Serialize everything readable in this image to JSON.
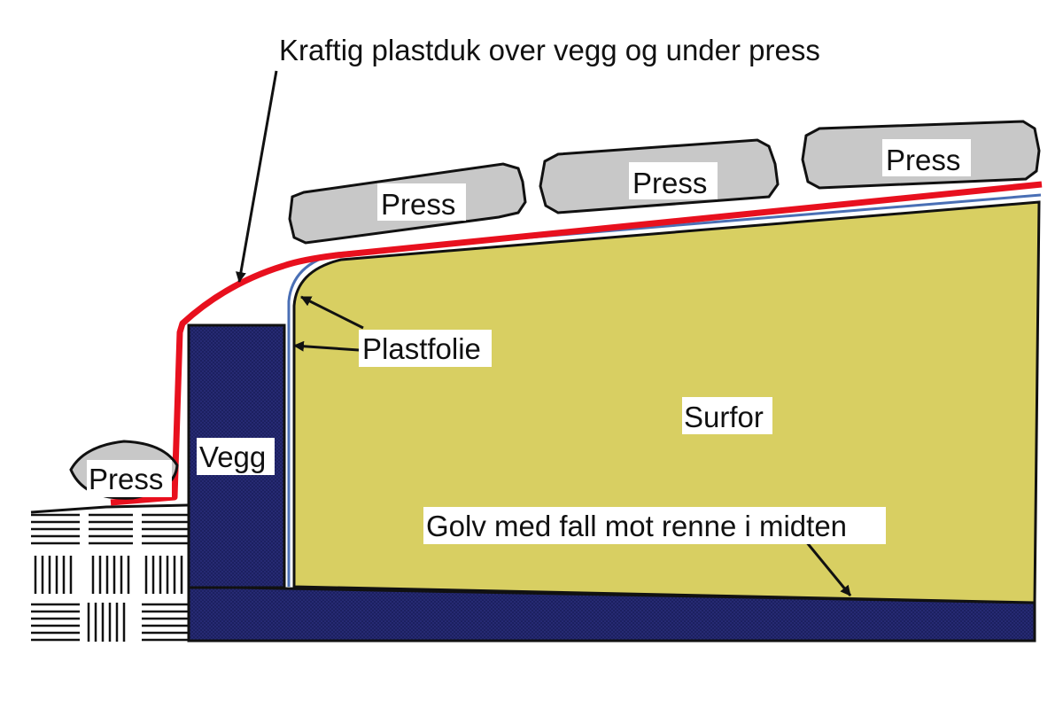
{
  "labels": {
    "heavy_tarp": "Kraftig plastduk over vegg og under press",
    "press_1": "Press",
    "press_2": "Press",
    "press_3": "Press",
    "press_small": "Press",
    "plastic_film": "Plastfolie",
    "silage": "Surfor",
    "wall": "Vegg",
    "floor": "Golv med fall mot renne i midten"
  },
  "colors": {
    "tarp": "#e8101e",
    "film": "#4a6fb5",
    "silage": "#d8cf62",
    "wall": "#262a73",
    "press": "#c8c8c8",
    "outline": "#111111"
  }
}
